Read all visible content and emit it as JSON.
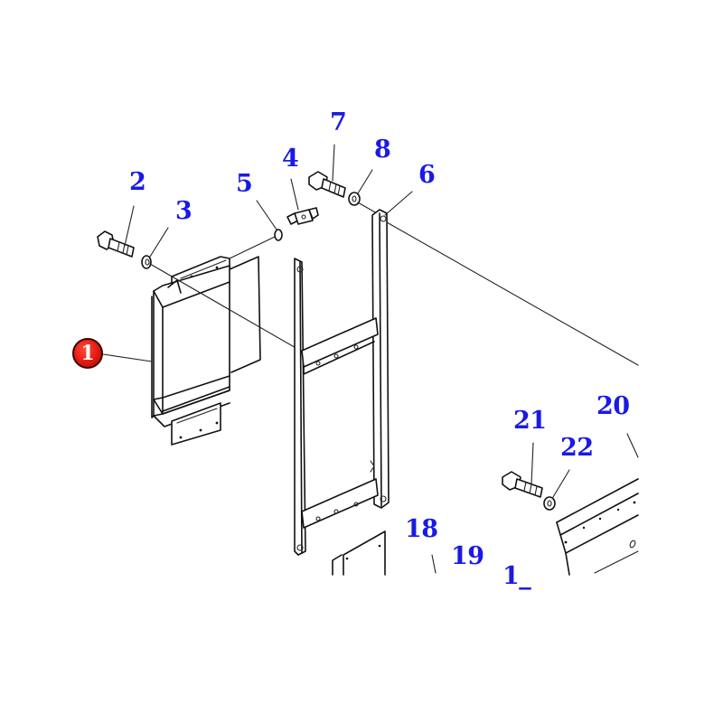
{
  "diagram": {
    "type": "exploded parts diagram",
    "subject": "radiator / cooler assembly with mounting frame",
    "callout_color": "#1a1ae6",
    "highlight_color": "#e01a10",
    "highlighted_part": {
      "number": "1",
      "description": "radiator core"
    },
    "callouts": [
      {
        "id": "c2",
        "number": "2",
        "part": "bolt"
      },
      {
        "id": "c3",
        "number": "3",
        "part": "washer"
      },
      {
        "id": "c4",
        "number": "4",
        "part": "fitting"
      },
      {
        "id": "c5",
        "number": "5",
        "part": "o-ring"
      },
      {
        "id": "c6",
        "number": "6",
        "part": "frame"
      },
      {
        "id": "c7",
        "number": "7",
        "part": "bolt"
      },
      {
        "id": "c8",
        "number": "8",
        "part": "washer"
      },
      {
        "id": "c18",
        "number": "18",
        "part": "plate"
      },
      {
        "id": "c19",
        "number": "19",
        "part": ""
      },
      {
        "id": "c20",
        "number": "20",
        "part": "cover panel"
      },
      {
        "id": "c21",
        "number": "21",
        "part": "bolt"
      },
      {
        "id": "c22",
        "number": "22",
        "part": "washer"
      }
    ],
    "partial_label": "1_"
  }
}
